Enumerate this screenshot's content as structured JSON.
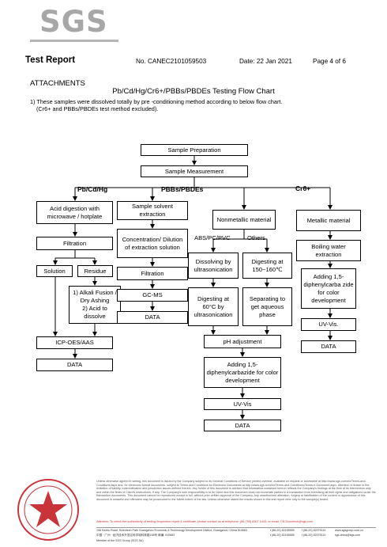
{
  "header": {
    "logo": "SGS",
    "title": "Test Report",
    "report_no": "No. CANEC2101059503",
    "date": "Date: 22 Jan 2021",
    "page": "Page 4 of 6"
  },
  "attachments_label": "ATTACHMENTS",
  "flow_title": "Pb/Cd/Hg/Cr6+/PBBs/PBDEs Testing Flow Chart",
  "notes": [
    "1) These samples were dissolved totally by pre -conditioning method according to below flow chart.",
    "(Cr6+ and PBBs/PBDEs test method excluded)."
  ],
  "flow": {
    "sample_preparation": "Sample Preparation",
    "sample_measurement": "Sample Measurement",
    "branch_pb": "Pb/Cd/Hg",
    "branch_pbb": "PBBs/PBDEs",
    "branch_cr": "Cr6+",
    "acid_digestion": "Acid digestion with microwave / hotplate",
    "filtration_1": "Filtration",
    "solution": "Solution",
    "residue": "Residue",
    "alkali": "1) Alkali Fusion / Dry Ashing",
    "acid_dissolve": "2) Acid to dissolve",
    "icp": "ICP-OES/AAS",
    "data_1": "DATA",
    "sample_solvent": "Sample solvent extraction",
    "concentration": "Concentration/ Dilution of extraction solution",
    "filtration_2": "Filtration",
    "gcms": "GC-MS",
    "data_2": "DATA",
    "nonmetallic": "Nonmetallic material",
    "abs_label": "ABS/PC/PVC",
    "others_label": "Others",
    "dissolving": "Dissolving by ultrasonication",
    "digesting_150": "Digesting at 150~160℃",
    "digesting_60": "Digesting at 60°C by ultrasonication",
    "separating": "Separating to get aqueous phase",
    "ph": "pH adjustment",
    "adding_color": "Adding 1,5-diphenylcarbazide for color development",
    "uv_vis_1": "UV-Vis",
    "data_3": "DATA",
    "metallic": "Metallic material",
    "boiling": "Boiling water extraction",
    "adding_metal": "Adding 1,5-diphenylcarba zide for color development",
    "uv_vis_2": "UV-Vis.",
    "data_4": "DATA"
  },
  "footer": {
    "disclaimer": "Unless otherwise agreed in writing, this document is issued by the Company subject to its General Conditions of Service printed overleaf, available on request or accessible at http://www.sgs.com/en/Terms-and-Conditions.aspx and, for electronic format documents, subject to Terms and Conditions for Electronic Documents at http://www.sgs.com/en/Terms-and-Conditions/Terms-e-Document.aspx. Attention is drawn to the limitation of liability, indemnification and jurisdiction issues defined therein. Any holder of this document is advised that information contained hereon reflects the Company's findings at the time of its intervention only and within the limits of Client's instructions, if any. The Company's sole responsibility is to its Client and this document does not exonerate parties to a transaction from exercising all their rights and obligations under the transaction documents. This document cannot be reproduced except in full, without prior written approval of the Company. Any unauthorized alteration, forgery or falsification of the content or appearance of this document is unlawful and offenders may be prosecuted to the fullest extent of the law. Unless otherwise stated the results shown in this test report refer only to the sample(s) tested.",
    "attention": "Attention: To check the authenticity of testing /inspection report & certificate, please contact us at telephone: (86-755) 8307 1443, or email: CN.Doccheck@sgs.com",
    "addr_en": "198 Kezhu Road, Scientech Park Guangzhou Economic & Technology Development District, Guangzhou, China 510663",
    "addr_cn": "中国 · 广州 · 经济技术开发区科学城科珠路198号 邮编: 510663",
    "tel_1": "t (86-20) 82155555",
    "tel_2": "t (86-20) 82155555",
    "fax_1": "f (86-20) 82075113",
    "fax_2": "f (86-20) 82075113",
    "web_1": "www.sgsgroup.com.cn",
    "web_2": "sgs.china@sgs.com",
    "member": "Member of the SGS Group (SGS SA)"
  },
  "colors": {
    "logo_gray": "#a7a7a7",
    "seal_red": "#c9343a"
  }
}
